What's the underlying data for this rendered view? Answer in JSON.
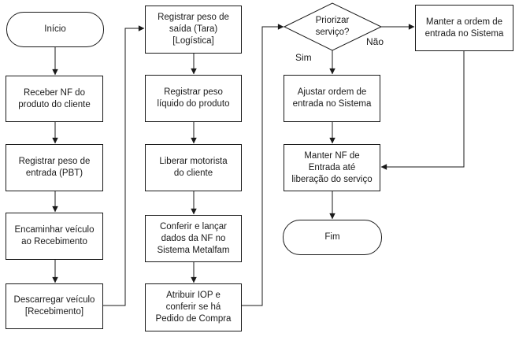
{
  "diagram": {
    "type": "flowchart",
    "language": "pt-BR",
    "colors": {
      "stroke": "#1a1a1a",
      "node_fill": "#ffffff",
      "background": "#ffffff",
      "text": "#1a1a1a"
    },
    "nodes": {
      "inicio": "Início",
      "receber_nf": "Receber NF do\nproduto do cliente",
      "registrar_peso_entrada": "Registrar peso de\nentrada (PBT)",
      "encaminhar_veiculo": "Encaminhar veículo\nao Recebimento",
      "descarregar_veiculo": "Descarregar veículo\n[Recebimento]",
      "registrar_peso_saida": "Registrar peso de\nsaída (Tara)\n[Logística]",
      "registrar_peso_liquido": "Registrar peso\nlíquido do produto",
      "liberar_motorista": "Liberar motorista\ndo cliente",
      "conferir_lancar": "Conferir e lançar\ndados da NF no\nSistema Metalfam",
      "atribuir_iop": "Atribuir IOP e\nconferir se há\nPedido de Compra",
      "priorizar_servico": "Priorizar\nserviço?",
      "ajustar_ordem": "Ajustar ordem de\nentrada no Sistema",
      "manter_nf_entrada": "Manter NF de\nEntrada até\nliberação do serviço",
      "fim": "Fim",
      "manter_ordem": "Manter a ordem de\nentrada no Sistema"
    },
    "edge_labels": {
      "sim": "Sim",
      "nao": "Não"
    },
    "edges": [
      {
        "from": "inicio",
        "to": "receber_nf"
      },
      {
        "from": "receber_nf",
        "to": "registrar_peso_entrada"
      },
      {
        "from": "registrar_peso_entrada",
        "to": "encaminhar_veiculo"
      },
      {
        "from": "encaminhar_veiculo",
        "to": "descarregar_veiculo"
      },
      {
        "from": "descarregar_veiculo",
        "to": "registrar_peso_saida"
      },
      {
        "from": "registrar_peso_saida",
        "to": "registrar_peso_liquido"
      },
      {
        "from": "registrar_peso_liquido",
        "to": "liberar_motorista"
      },
      {
        "from": "liberar_motorista",
        "to": "conferir_lancar"
      },
      {
        "from": "conferir_lancar",
        "to": "atribuir_iop"
      },
      {
        "from": "atribuir_iop",
        "to": "priorizar_servico"
      },
      {
        "from": "priorizar_servico",
        "to": "manter_ordem",
        "label": "Não"
      },
      {
        "from": "priorizar_servico",
        "to": "ajustar_ordem",
        "label": "Sim"
      },
      {
        "from": "ajustar_ordem",
        "to": "manter_nf_entrada"
      },
      {
        "from": "manter_ordem",
        "to": "manter_nf_entrada"
      },
      {
        "from": "manter_nf_entrada",
        "to": "fim"
      }
    ]
  }
}
